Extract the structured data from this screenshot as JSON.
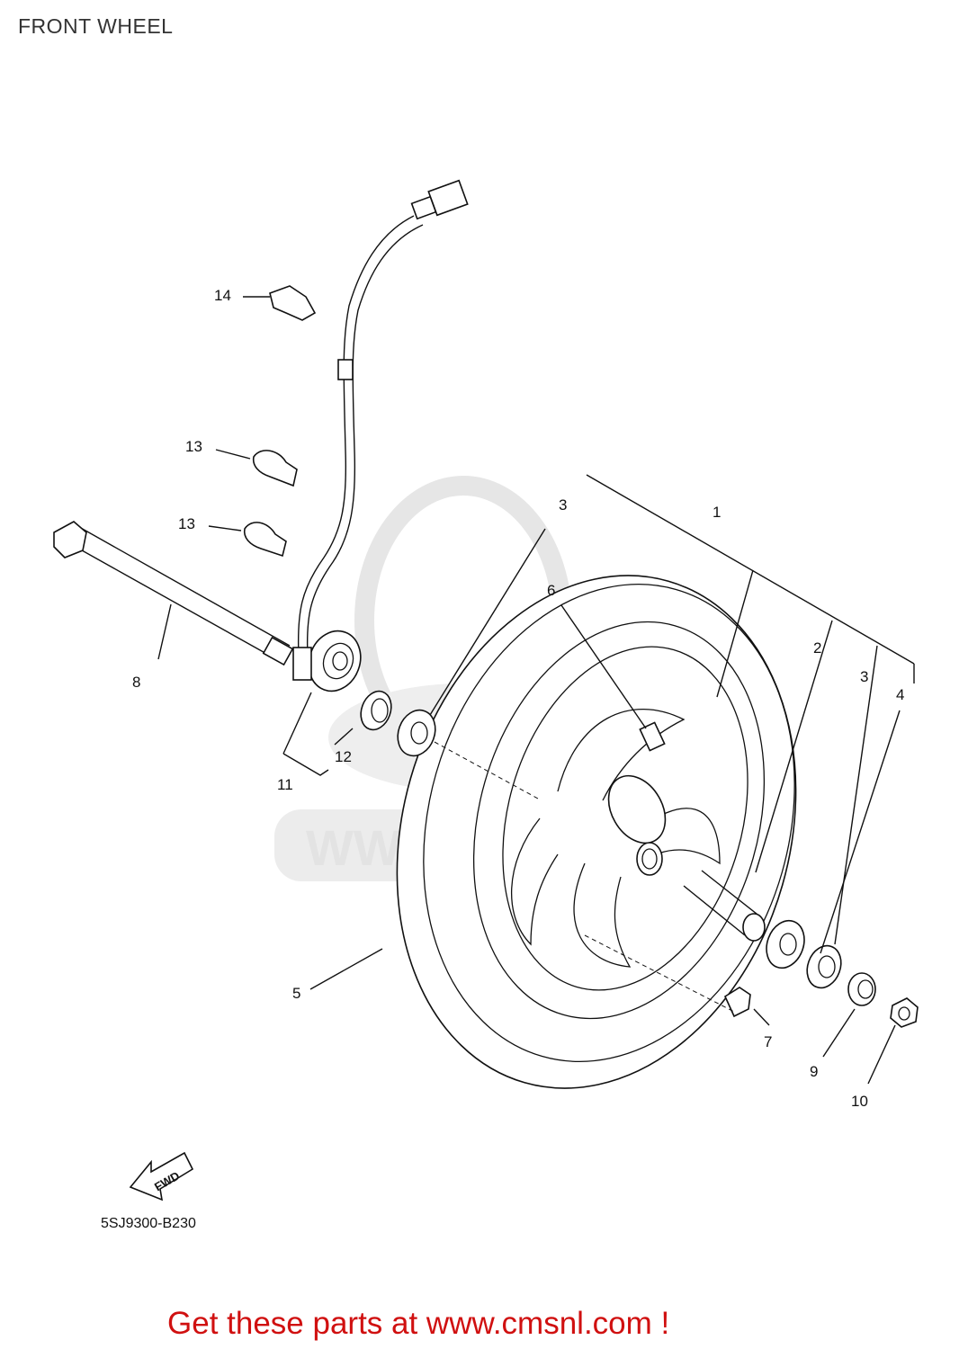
{
  "header": {
    "title": "FRONT WHEEL"
  },
  "watermark": {
    "text": "WWW.CMSNL.COM"
  },
  "diagram": {
    "part_code": "5SJ9300-B230",
    "direction_label": "FWD",
    "callouts": [
      {
        "id": "c1",
        "text": "1"
      },
      {
        "id": "c2",
        "text": "2"
      },
      {
        "id": "c3a",
        "text": "3"
      },
      {
        "id": "c3b",
        "text": "3"
      },
      {
        "id": "c4",
        "text": "4"
      },
      {
        "id": "c5",
        "text": "5"
      },
      {
        "id": "c6",
        "text": "6"
      },
      {
        "id": "c7",
        "text": "7"
      },
      {
        "id": "c8",
        "text": "8"
      },
      {
        "id": "c9",
        "text": "9"
      },
      {
        "id": "c10",
        "text": "10"
      },
      {
        "id": "c11",
        "text": "11"
      },
      {
        "id": "c12",
        "text": "12"
      },
      {
        "id": "c13a",
        "text": "13"
      },
      {
        "id": "c13b",
        "text": "13"
      },
      {
        "id": "c14",
        "text": "14"
      }
    ]
  },
  "footer": {
    "cta": "Get these parts at www.cmsnl.com !"
  }
}
